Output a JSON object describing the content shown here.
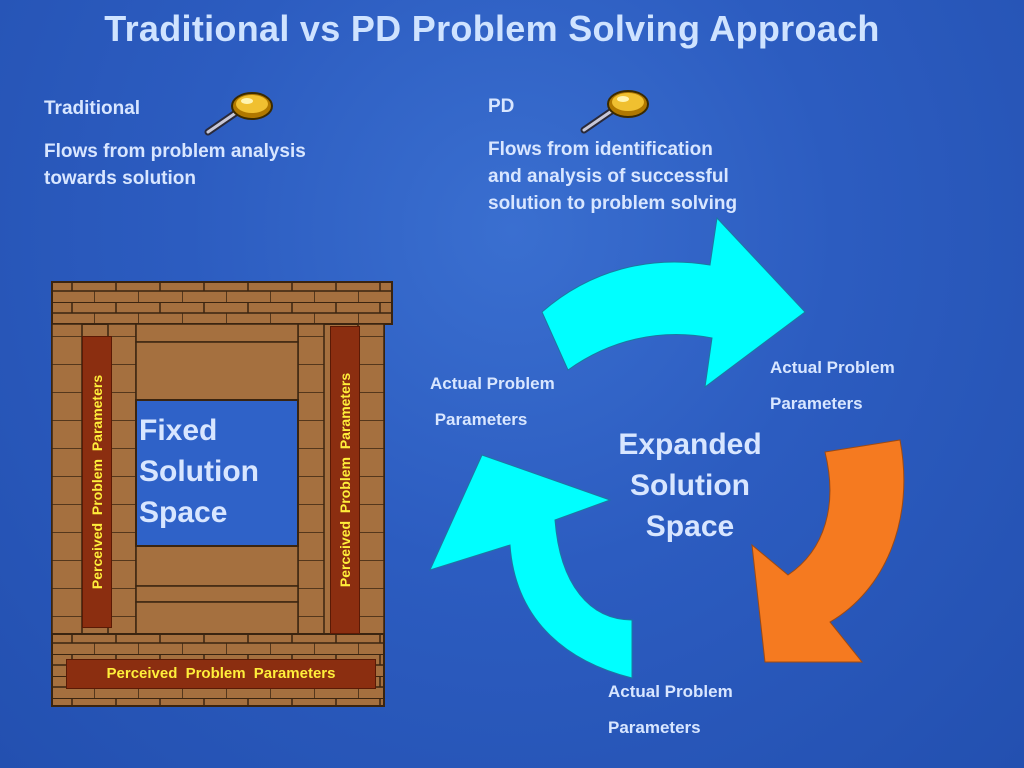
{
  "title": "Traditional vs PD Problem Solving Approach",
  "traditional": {
    "heading": "Traditional",
    "description_line1": "Flows from problem analysis",
    "description_line2": "towards solution"
  },
  "pd": {
    "heading": "PD",
    "description_line1": "Flows from identification",
    "description_line2": "and analysis of successful",
    "description_line3": "solution to problem solving"
  },
  "wall": {
    "fixed_line1": "Fixed",
    "fixed_line2": "Solution",
    "fixed_line3": "Space",
    "perceived_left": "Perceived  Problem  Parameters",
    "perceived_right": "Perceived  Problem  Parameters",
    "perceived_bottom": "Perceived  Problem  Parameters"
  },
  "cycle": {
    "center_line1": "Expanded",
    "center_line2": "Solution",
    "center_line3": "Space",
    "param_left_line1": "Actual Problem",
    "param_left_line2": " Parameters",
    "param_right_line1": "Actual Problem",
    "param_right_line2": "Parameters",
    "param_bottom_line1": "Actual Problem",
    "param_bottom_line2": "Parameters"
  },
  "colors": {
    "background": "#2c5cc0",
    "text": "#d8e6ff",
    "brick": "#a06a3c",
    "arrow_cyan": "#00ffff",
    "arrow_orange": "#f57a20",
    "parameter_band": "#8b2e10",
    "parameter_text": "#ffee3a"
  },
  "icons": [
    "magnifier-icon",
    "magnifier-icon"
  ]
}
